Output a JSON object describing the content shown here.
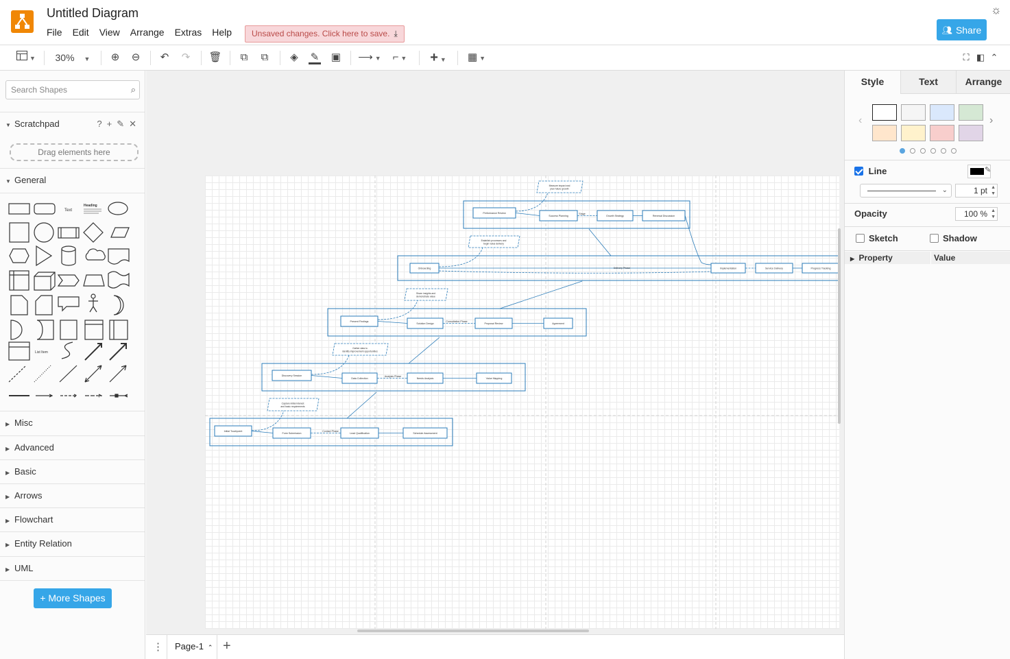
{
  "app": {
    "title": "Untitled Diagram",
    "menu": [
      "File",
      "Edit",
      "View",
      "Arrange",
      "Extras",
      "Help"
    ],
    "unsaved": "Unsaved changes. Click here to save.",
    "share": "Share"
  },
  "toolbar": {
    "zoom": "30%"
  },
  "sidebar": {
    "search_placeholder": "Search Shapes",
    "scratchpad": "Scratchpad",
    "dropzone": "Drag elements here",
    "general": "General",
    "shape_text": "Text",
    "shape_heading": "Heading",
    "shape_list": "List Item",
    "sections": [
      "Misc",
      "Advanced",
      "Basic",
      "Arrows",
      "Flowchart",
      "Entity Relation",
      "UML"
    ],
    "more_shapes": "More Shapes"
  },
  "diagram": {
    "notes": [
      "Measure impact and plan future growth",
      "Establish processes and begin value delivery",
      "Share insights and demonstrate value",
      "Gather data to identify improvement opportunities",
      "Capture initial interest and basic requirements"
    ],
    "rows": [
      {
        "nodes": [
          "Performance Review",
          "Success Planning",
          "Growth Strategy",
          "Renewal Discussion"
        ],
        "label": "Stage"
      },
      {
        "nodes": [
          "Onboarding",
          "Implementation",
          "Service Delivery",
          "Progress Tracking"
        ],
        "label": "Delivery Phase"
      },
      {
        "nodes": [
          "Present Findings",
          "Solution Design",
          "Proposal Review",
          "Agreement"
        ],
        "label": "Consultation Phase"
      },
      {
        "nodes": [
          "Discovery Session",
          "Data Collection",
          "Needs Analysis",
          "Value Mapping"
        ],
        "label": "Analysis Phase"
      },
      {
        "nodes": [
          "Initial Touchpoint",
          "Form Submission",
          "Lead Qualification",
          "Schedule Assessment"
        ],
        "label": "Contact Phase"
      }
    ]
  },
  "pages": {
    "current": "Page-1"
  },
  "panel": {
    "tabs": [
      "Style",
      "Text",
      "Arrange"
    ],
    "swatches": [
      "#ffffff",
      "#f5f5f5",
      "#dae8fc",
      "#d5e8d4",
      "#ffe6cc",
      "#fff2cc",
      "#f8cecc",
      "#e1d5e7"
    ],
    "line_label": "Line",
    "line_color": "#000000",
    "line_width": "1 pt",
    "opacity_label": "Opacity",
    "opacity": "100 %",
    "sketch": "Sketch",
    "shadow": "Shadow",
    "property": "Property",
    "value": "Value"
  }
}
